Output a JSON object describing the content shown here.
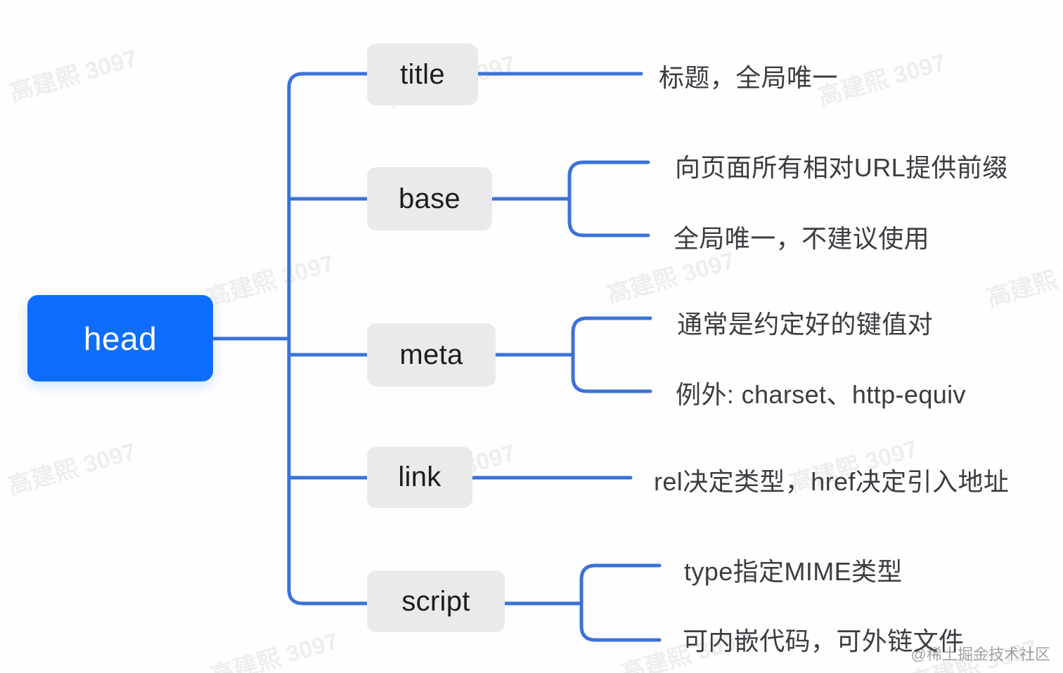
{
  "diagram": {
    "type": "mindmap",
    "title": "head",
    "root": {
      "label": "head",
      "color": "#0d6efd",
      "text_color": "#ffffff"
    },
    "branch_style": {
      "background": "#eaeaec",
      "text_color": "#1d1d1f",
      "line_color": "#3b72d9"
    },
    "branches": [
      {
        "label": "title",
        "leaves": [
          "标题，全局唯一"
        ]
      },
      {
        "label": "base",
        "leaves": [
          "向页面所有相对URL提供前缀",
          "全局唯一，不建议使用"
        ]
      },
      {
        "label": "meta",
        "leaves": [
          "通常是约定好的键值对",
          "例外: charset、http-equiv"
        ]
      },
      {
        "label": "link",
        "leaves": [
          "rel决定类型，href决定引入地址"
        ]
      },
      {
        "label": "script",
        "leaves": [
          "type指定MIME类型",
          "可内嵌代码，可外链文件"
        ]
      }
    ]
  },
  "watermarks": {
    "tiled_text": "高建熙 3097",
    "credit": "@稀土掘金技术社区"
  }
}
